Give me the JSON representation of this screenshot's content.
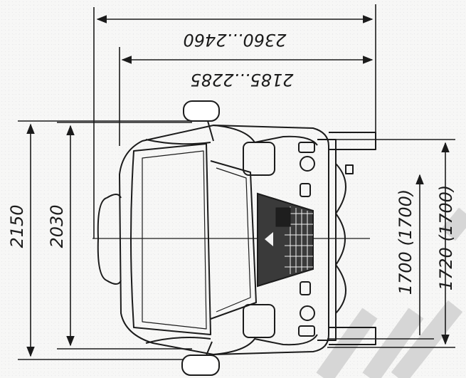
{
  "dimensions": {
    "overall_width_mirrors": "2360...2460",
    "overall_width_body": "2185...2285",
    "overall_height": "2150",
    "height_cab": "2030",
    "height_1": "1700 (1700)",
    "height_2": "1720 (1700)"
  },
  "colors": {
    "ink": "#1b1b1b",
    "background": "#f7f7f6",
    "watermark": "#d1d1d1"
  }
}
